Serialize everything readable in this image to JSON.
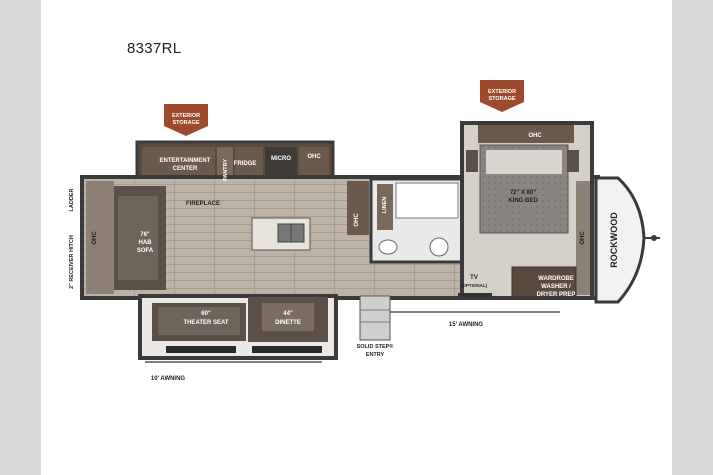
{
  "model": "8337RL",
  "badges": {
    "left": [
      "EXTERIOR",
      "STORAGE"
    ],
    "right": [
      "EXTERIOR",
      "STORAGE"
    ]
  },
  "labels": {
    "entertainment": [
      "ENTERTAINMENT",
      "CENTER"
    ],
    "pantry": "PANTRY",
    "fridge": "FRIDGE",
    "micro": "MICRO",
    "ohc_kitchen": "OHC",
    "fireplace": "FIREPLACE",
    "ohc_left": "OHC",
    "sofa": [
      "76\"",
      "HAB",
      "SOFA"
    ],
    "ladder": "LADDER",
    "hitch": "2\" RECEIVER HITCH",
    "linen": "LINEN",
    "ohc_bath": "OHC",
    "ohc_bed": "OHC",
    "bed": [
      "72\" X 80\"",
      "KING BED"
    ],
    "ohc_front": "OHC",
    "tv": "TV",
    "tv_note": "(OPTIONAL)",
    "wardrobe": [
      "WARDROBE",
      "WASHER /",
      "DRYER PREP"
    ],
    "theater": [
      "60\"",
      "THEATER SEAT"
    ],
    "dinette": [
      "44\"",
      "DINETTE"
    ],
    "awning_right": "15' AWNING",
    "awning_left": "10' AWNING",
    "entry": [
      "SOLID STEP®",
      "ENTRY"
    ],
    "brand": "ROCKWOOD"
  }
}
